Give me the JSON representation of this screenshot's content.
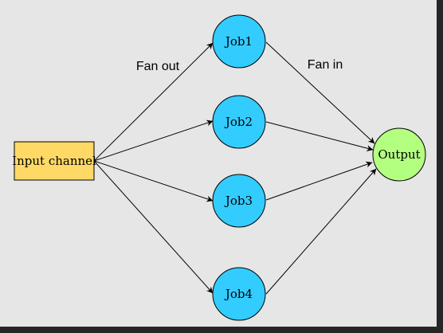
{
  "diagram": {
    "input": {
      "label": "Input channel",
      "fill": "#ffd966",
      "stroke": "#000000"
    },
    "jobs": [
      {
        "label": "Job1"
      },
      {
        "label": "Job2"
      },
      {
        "label": "Job3"
      },
      {
        "label": "Job4"
      }
    ],
    "output": {
      "label": "Output",
      "fill": "#b3ff80"
    },
    "job_fill": "#33ccff",
    "fan_out_label": "Fan out",
    "fan_in_label": "Fan in",
    "background": "#e6e6e6",
    "frame_color": "#262626"
  }
}
